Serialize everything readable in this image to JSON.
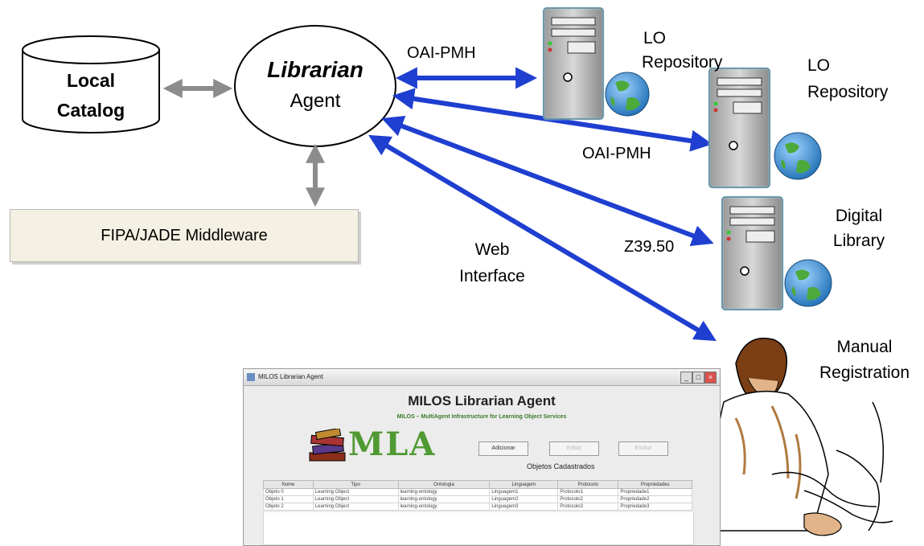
{
  "diagram": {
    "local_catalog": [
      "Local",
      "Catalog"
    ],
    "librarian_agent": {
      "line1": "Librarian",
      "line2": "Agent"
    },
    "middleware": "FIPA/JADE Middleware",
    "repo1": [
      "LO",
      "Repository"
    ],
    "repo2": [
      "LO",
      "Repository"
    ],
    "digital_library": [
      "Digital",
      "Library"
    ],
    "manual_registration": [
      "Manual",
      "Registration"
    ],
    "label_oai1": "OAI-PMH",
    "label_oai2": "OAI-PMH",
    "label_z3950": "Z39.50",
    "label_web": [
      "Web",
      "Interface"
    ],
    "arrow_color": "#1f3fd0",
    "gray_arrow_color": "#8c8c8c"
  },
  "app_window": {
    "title": "MILOS Librarian Agent",
    "heading": "MILOS Librarian Agent",
    "subheading": "MILOS – MultiAgent Infrastructure for Learning Object Services",
    "logo_text": "MLA",
    "buttons": [
      "Adicionar",
      "Editar",
      "Excluir"
    ],
    "section_title": "Objetos Cadastrados",
    "columns": [
      "Nome",
      "Tipo",
      "Ontologia",
      "Linguagem",
      "Protocolo",
      "Propriedades"
    ],
    "rows": [
      [
        "Objeto 0",
        "Learning Object",
        "learning-ontology",
        "Linguagem1",
        "Protocolo1",
        "Propriedade1"
      ],
      [
        "Objeto 1",
        "Learning Object",
        "learning-ontology",
        "Linguagem2",
        "Protocolo2",
        "Propriedade2"
      ],
      [
        "Objeto 2",
        "Learning Object",
        "learning-ontology",
        "Linguagem3",
        "Protocolo3",
        "Propriedade3"
      ]
    ]
  }
}
